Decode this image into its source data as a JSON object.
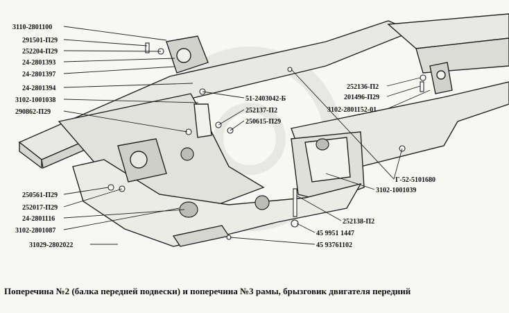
{
  "labels_left": [
    "3110-2801100",
    "291501-П29",
    "252204-П29",
    "24-2801393",
    "24-2801397",
    "24-2801394",
    "3102-1001038",
    "290862-П29",
    "250561-П29",
    "252017-П29",
    "24-2801116",
    "3102-2801087",
    "31029-2802022"
  ],
  "labels_center": [
    "51-2403042-Б",
    "252137-П2",
    "250615-П29"
  ],
  "labels_right": [
    "252136-П2",
    "201496-П29",
    "3102-2801152-01",
    "Г-52-5101680",
    "3102-1001039",
    "252138-П2",
    "45 9951 1447",
    "45 93761102"
  ],
  "caption": "Поперечина №2 (балка передней подвески) и поперечина №3 рамы, брызговик двигателя передний"
}
